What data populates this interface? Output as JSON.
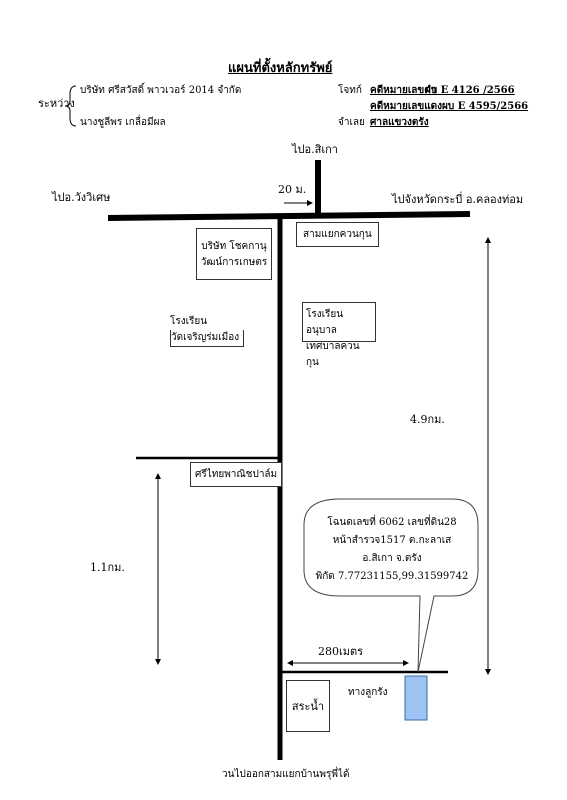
{
  "header": {
    "title": "แผนที่ตั้งหลักทรัพย์",
    "between_label": "ระหว่าง",
    "plaintiff": "บริษัท ศรีสวัสดิ์ พาวเวอร์ 2014 จำกัด",
    "plaintiff_role": "โจทก์",
    "defendant": "นางชูลีพร เกลื่อมีผล",
    "defendant_role": "จำเลย",
    "black_case_label": "คดีหมายเลขดำ",
    "black_case_no": "ผบ E  4126 /2566",
    "red_case_label": "คดีหมายเลขแดง",
    "red_case_no": "ผบ E  4595/2566",
    "court": "ศาลแขวงตรัง"
  },
  "map": {
    "to_sikao": "ไปอ.สิเกา",
    "to_wang_wiset": "ไปอ.วังวิเศษ",
    "to_krabi": "ไปจังหวัดกระบี่ อ.คลองท่อม",
    "distance_20m": "20 ม.",
    "junction": "สามแยกควนกุน",
    "company": [
      "บริษัท โชคกานุ",
      "วัฒน์การเกษตร"
    ],
    "school_left": [
      "โรงเรียน",
      "วัดเจริญร่มเมือง"
    ],
    "school_right": [
      "โรงเรียนอนุบาล",
      "เทศบาลควนกุน"
    ],
    "distance_49km": "4.9กม.",
    "sritrang": "ศรีไทยพาณิชปาล์ม",
    "distance_11km": "1.1กม.",
    "deed": [
      "โฉนดเลขที่ 6062 เลขที่ดิน28",
      "หน้าสำรวจ1517 ต.กะลาเส",
      "อ.สิเกา จ.ตรัง",
      "พิกัด 7.77231155,99.31599742"
    ],
    "distance_280m": "280เมตร",
    "lane": "ทางลูกรัง",
    "pond": "สระน้ำ",
    "bottom_road": "วนไปออกสามแยกบ้านพรุพี่ได้"
  },
  "colors": {
    "plot": "#9cc3f2",
    "plot_border": "#3a6ea5",
    "road": "#000000"
  }
}
